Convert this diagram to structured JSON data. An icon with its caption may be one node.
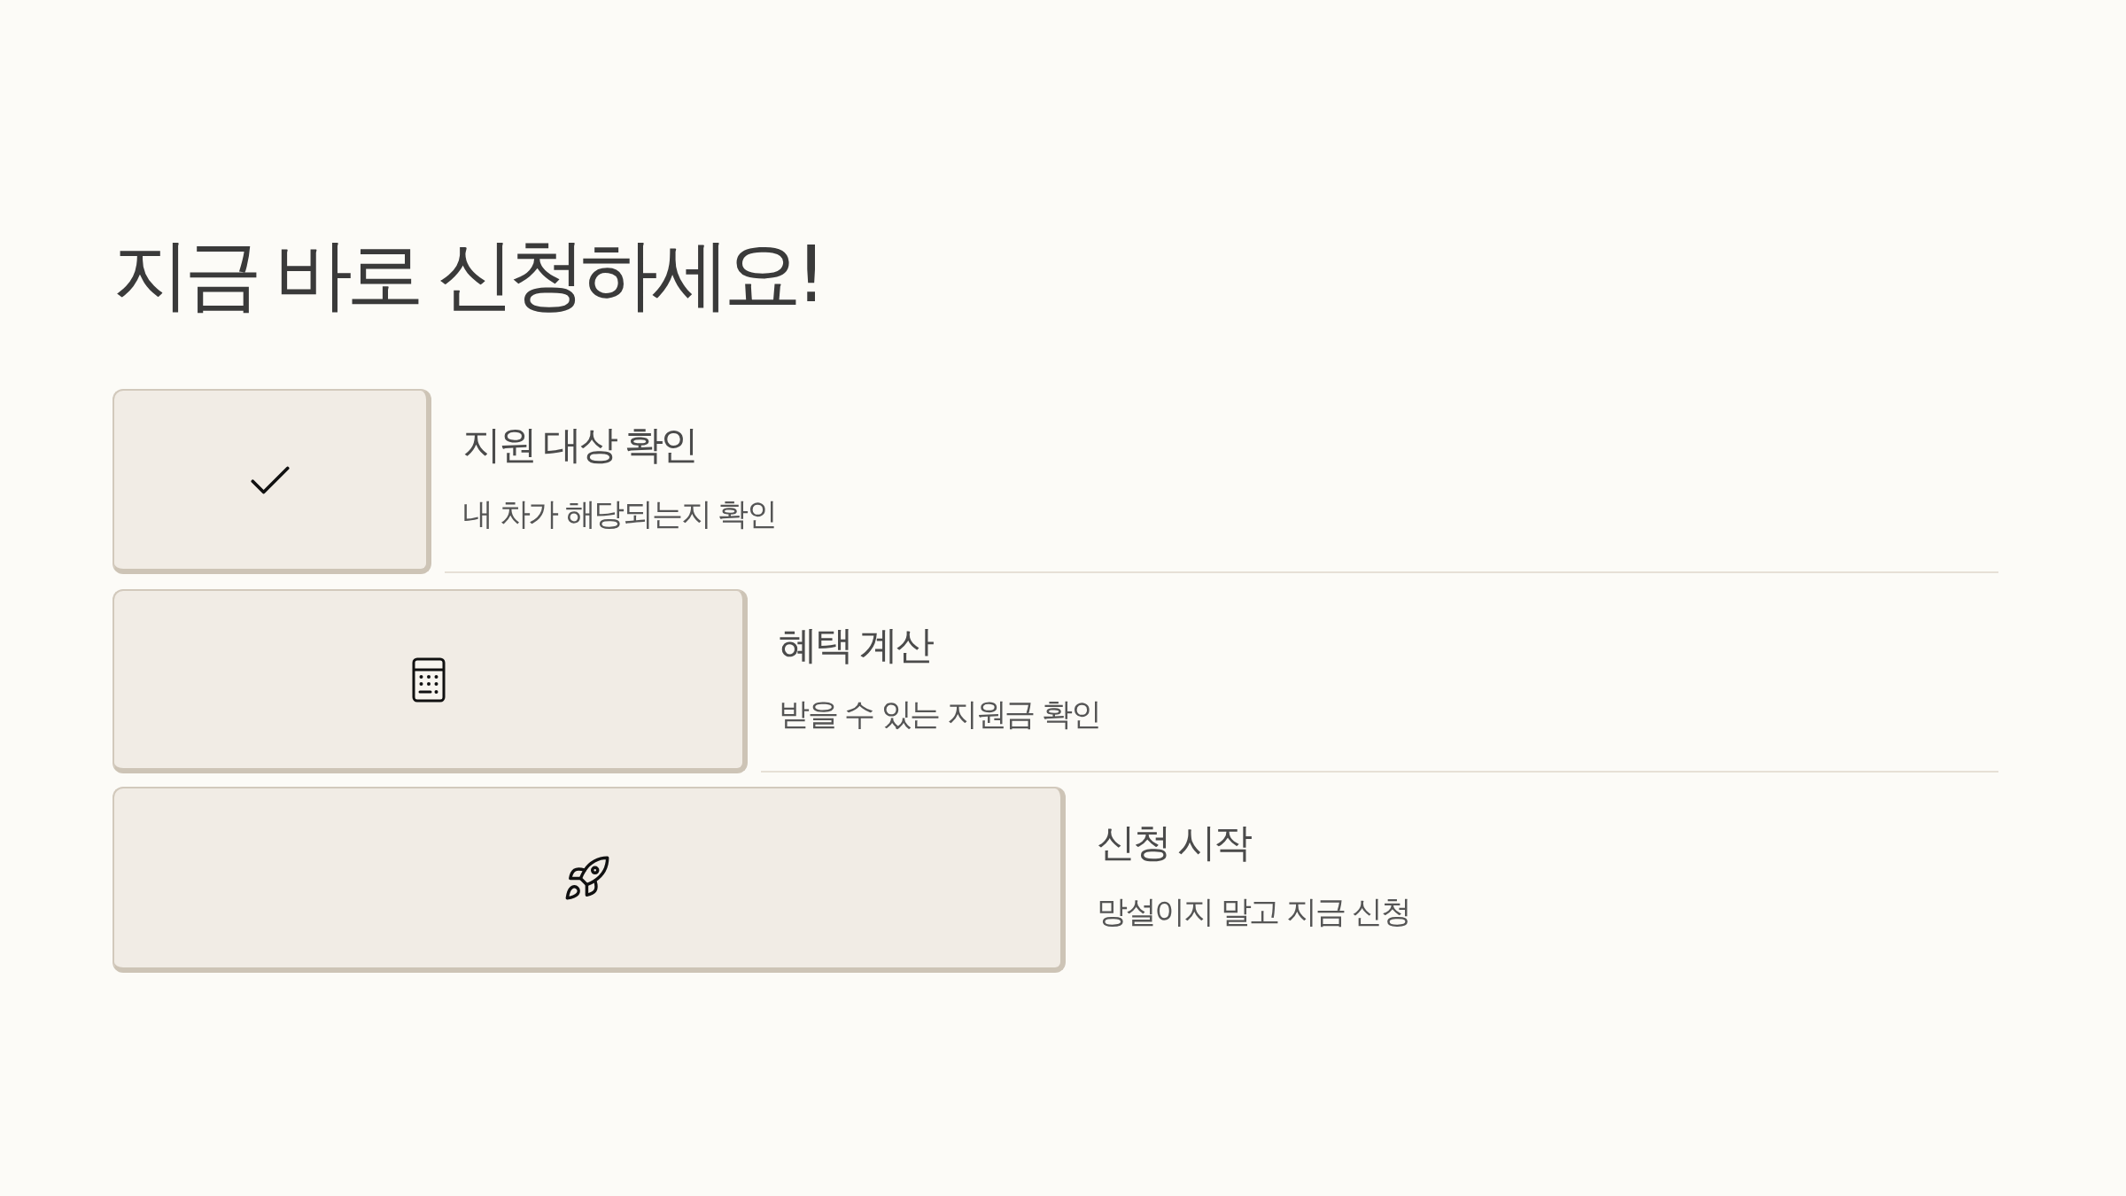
{
  "diagram": {
    "title": "지금 바로 신청하세요!",
    "nodes": [
      {
        "text": [],
        "shape": "box",
        "beside": [
          "지원 대상 확인",
          "내 차가 해당되는지 확인"
        ]
      },
      {
        "text": [],
        "shape": "box",
        "beside": [
          "혜택 계산",
          "받을 수 있는 지원금 확인"
        ]
      },
      {
        "text": [],
        "shape": "box",
        "beside": [
          "신청 시작",
          "망설이지 말고 지금 신청"
        ]
      }
    ]
  }
}
